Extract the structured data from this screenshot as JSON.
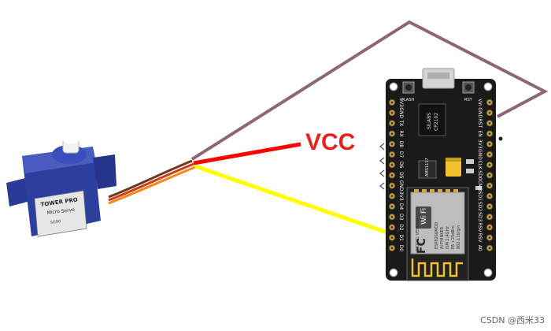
{
  "annotations": {
    "vcc_label": "VCC",
    "watermark": "CSDN @西米33"
  },
  "servo": {
    "brand": "TOWER PRO",
    "model_line1": "Micro",
    "model_line2": "Servo",
    "model_code": "SG90"
  },
  "board": {
    "button_flash": "FLASH",
    "button_rst": "RST",
    "usb_chip_line1": "SILABS",
    "usb_chip_line2": "CP2102",
    "ldo_label": "AMS1117",
    "wifi_label": "Wi Fi",
    "fc_label": "FC",
    "module_lines": [
      "ESP8266MOD",
      "AI-THINKER",
      "ISM 2.4GHz",
      "PA +25dBm",
      "802.11b/g/n"
    ],
    "module_side_text": "MODEL VENDOR",
    "left_pins": [
      "3V3",
      "GND",
      "TX",
      "RX",
      "D8",
      "D7",
      "D6",
      "D5",
      "GND",
      "3V3",
      "D4",
      "D3",
      "D2",
      "D1",
      "D0"
    ],
    "right_pins": [
      "Vin",
      "GND",
      "RST",
      "EN",
      "3V3",
      "GND",
      "CLK",
      "SD0",
      "CMD",
      "SD1",
      "SD2",
      "SD3",
      "RSV",
      "RSV",
      "A0"
    ]
  },
  "colors": {
    "signal_wire": "#ffff00",
    "vcc_wire": "#ff0000",
    "gnd_wire": "#8e6478",
    "vcc_text": "#e8211d",
    "board": "#1a1a1a",
    "servo_body": "#2d3f9e"
  }
}
